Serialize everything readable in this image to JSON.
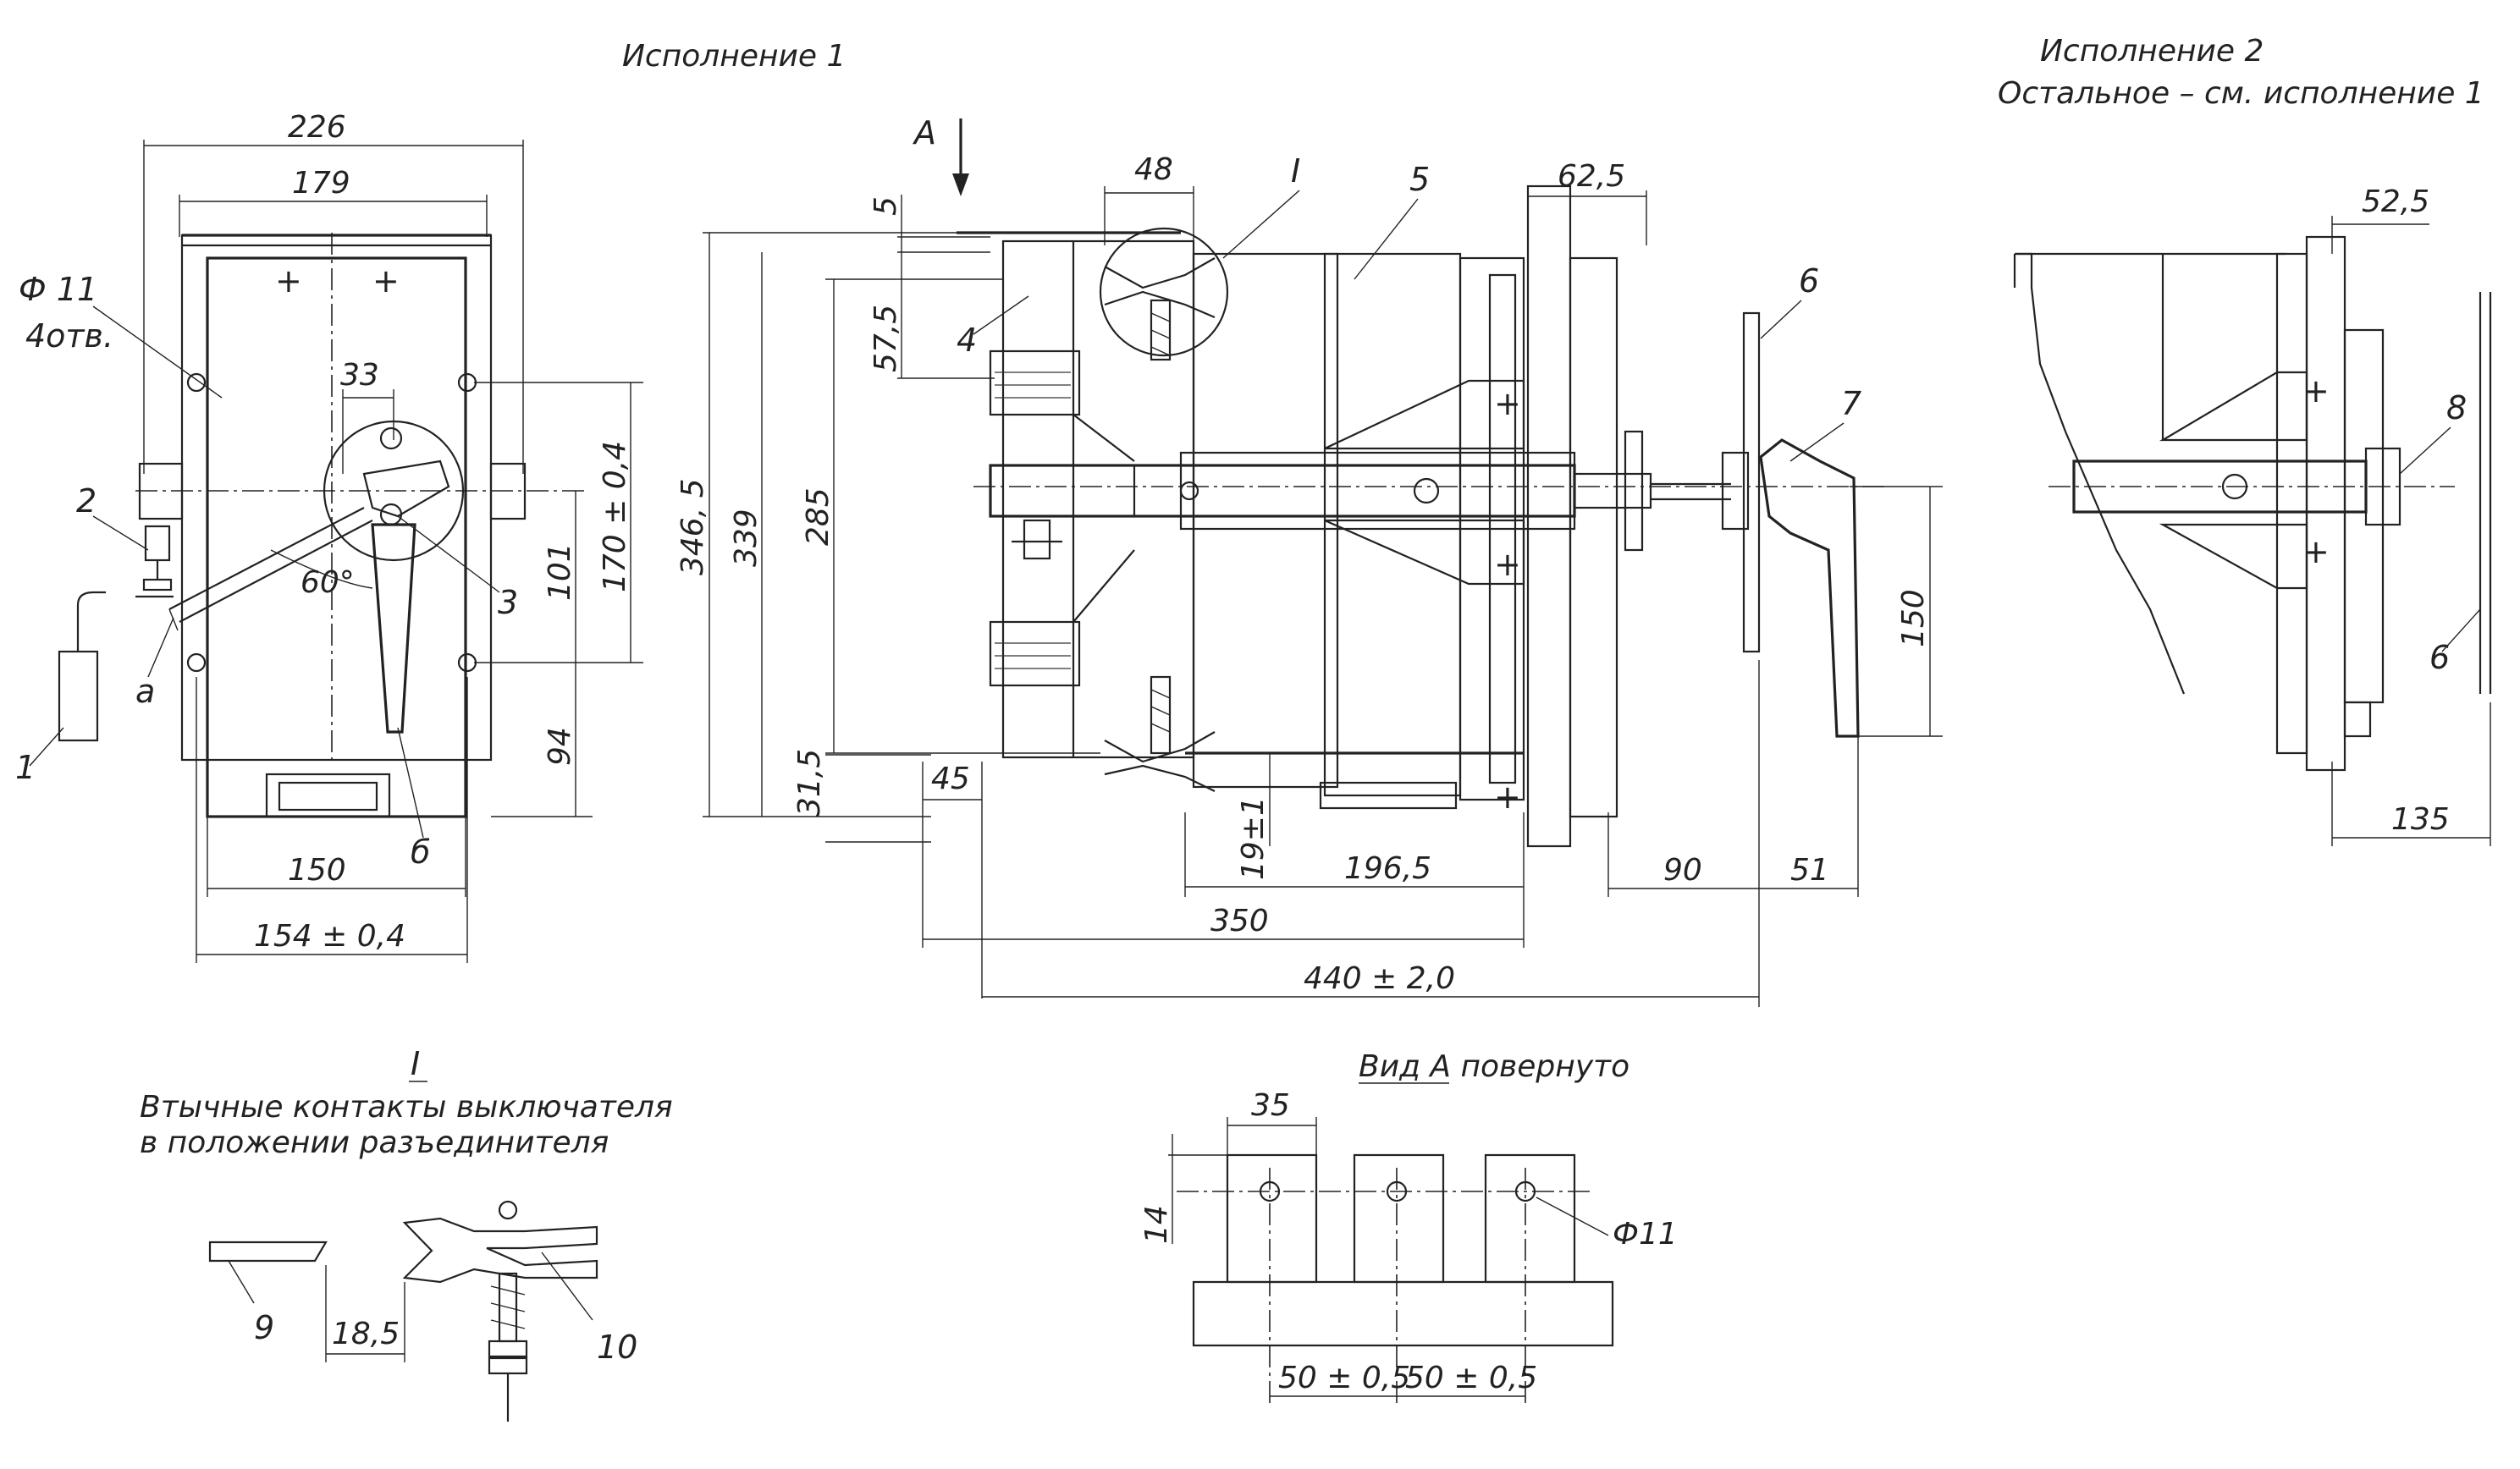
{
  "titles": {
    "ispolnenie1": "Исполнение 1",
    "ispolnenie2": "Исполнение 2",
    "ostalnoe": "Остальное – см. исполнение 1",
    "detail_mark": "I",
    "detail_title_1": "Втычные контакты выключателя",
    "detail_title_2": "в   положении  разъединителя",
    "vid_a": "Вид А  повернуто",
    "arrow_a": "А"
  },
  "dimensions": {
    "d226": "226",
    "d179": "179",
    "phi11_4otv_1": "Ф 11",
    "phi11_4otv_2": "4отв.",
    "d33": "33",
    "d60": "60°",
    "d170": "170 ± 0,4",
    "d101": "101",
    "d94": "94",
    "d150": "150",
    "d154": "154 ± 0,4",
    "d48": "48",
    "d5": "5",
    "d57_5": "57,5",
    "d346_5": "346, 5",
    "d339": "339",
    "d285": "285",
    "d31_5": "31,5",
    "d45": "45",
    "d19": "19±1",
    "d196_5": "196,5",
    "d350": "350",
    "d440": "440 ± 2,0",
    "d62_5": "62,5",
    "d150v": "150",
    "d90": "90",
    "d51": "51",
    "d52_5": "52,5",
    "d135": "135",
    "d18_5": "18,5",
    "d35": "35",
    "d14": "14",
    "phi11b": "Ф11",
    "d50a": "50 ± 0,5",
    "d50b": "50 ± 0,5"
  },
  "callouts": {
    "n1": "1",
    "n2": "2",
    "n3": "3",
    "n4": "4",
    "n5": "5",
    "n6": "6",
    "n7": "7",
    "n8": "8",
    "n6b": "6",
    "n9": "9",
    "n10": "10",
    "a": "а",
    "b": "б",
    "roman": "I"
  }
}
